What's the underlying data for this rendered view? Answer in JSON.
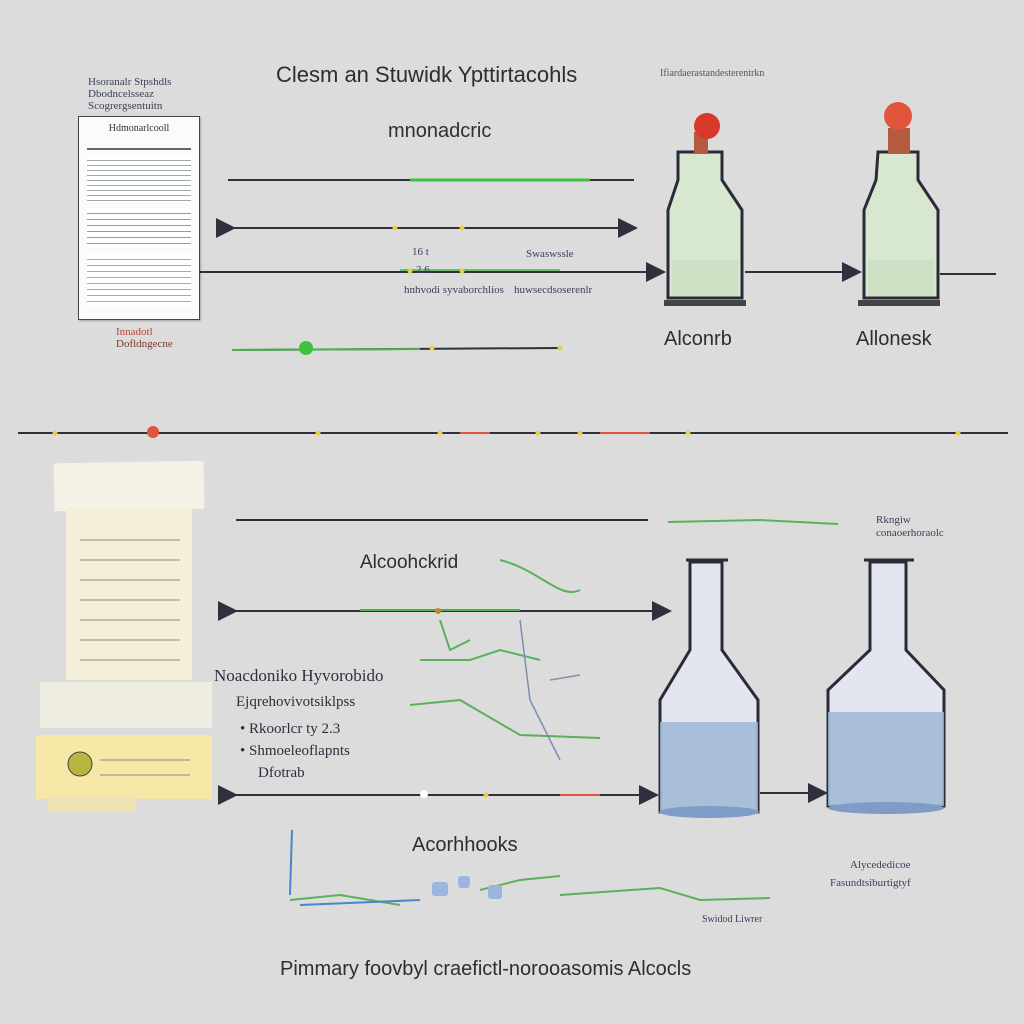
{
  "title": "Clesm  an Stuwidk  Ypttirtacohls",
  "subtitle": "mnonadcric",
  "top_left_note": [
    "Hsoranalr Stpshdls",
    "Dbodncelsseaz",
    "Scogrergsentuitn"
  ],
  "document_title": "Hdmonarlcooll",
  "doc_caption": [
    "Innadotl",
    "Dofldngecne"
  ],
  "top_right_note": "Ifiardaerastandesterentrkn",
  "bottle_labels": [
    "Alconrb",
    "Allonesk"
  ],
  "mid_labels": [
    "16 t",
    "2.6",
    "Swaswssle",
    "hnhvodi  syvaborchlios",
    "huwsecdsoserenlr"
  ],
  "section2_label": "Alcoohckrid",
  "section2_note": [
    "Rkngiw",
    "conaoerhoraolc"
  ],
  "list_heading": "Noacdoniko  Hyvorobido",
  "list_subheading": "Ejqrehovivotsiklpss",
  "list_items": [
    "Rkoorlcr ty 2.3",
    "Shmoeleoflapnts",
    "Dfotrab"
  ],
  "lower_label": "Acorhhooks",
  "lower_right_note": [
    "Alycededicoe",
    "Fasundtsiburtigtyf"
  ],
  "lower_small_note": "Swidod Liwrer",
  "footer": "Pimmary  foovbyl  craefictl-norooasomis  Alcocls",
  "colors": {
    "background": "#dcdcdc",
    "accent_green": "#3cc23c",
    "accent_red": "#e0553b",
    "line": "#2f2f3e",
    "flask_liquid": "#9fb6d3",
    "bottle_liquid": "#cfe1c4"
  }
}
